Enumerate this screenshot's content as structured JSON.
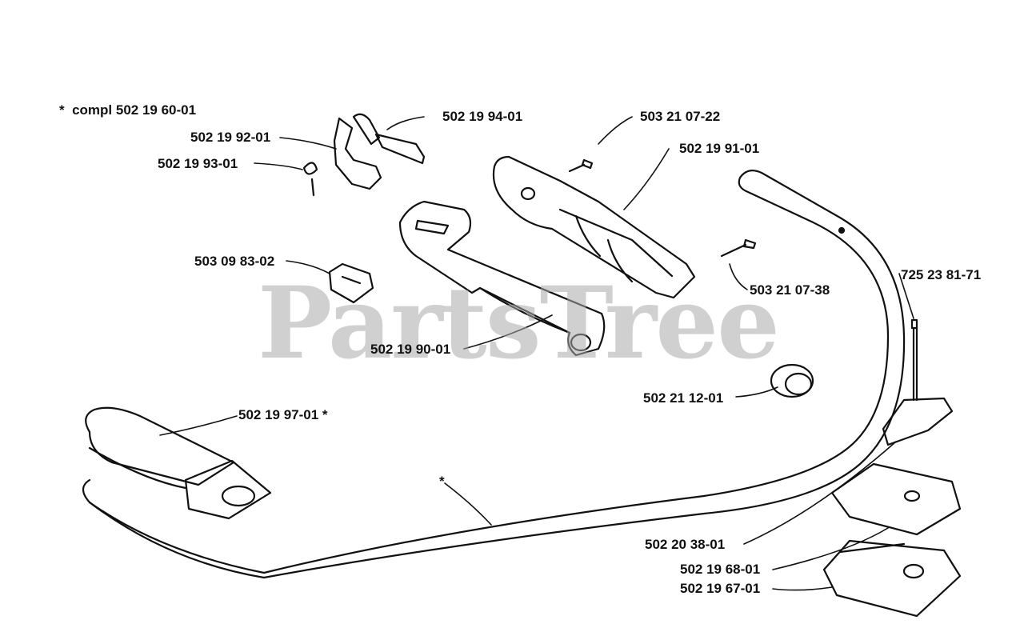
{
  "watermark": "PartsTree",
  "note": {
    "marker": "*",
    "text": "compl 502 19 60-01"
  },
  "labels": {
    "p_502_19_94_01": "502 19 94-01",
    "p_502_19_92_01": "502 19 92-01",
    "p_502_19_93_01": "502 19 93-01",
    "p_503_21_07_22": "503 21 07-22",
    "p_502_19_91_01": "502 19 91-01",
    "p_503_09_83_02": "503 09 83-02",
    "p_503_21_07_38": "503 21 07-38",
    "p_725_23_81_71": "725 23 81-71",
    "p_502_19_90_01": "502 19 90-01",
    "p_502_21_12_01": "502 21 12-01",
    "p_502_19_97_01": "502 19 97-01  *",
    "p_502_20_38_01": "502 20 38-01",
    "p_502_19_68_01": "502 19 68-01",
    "p_502_19_67_01": "502 19 67-01",
    "loop_handle_marker": "*"
  },
  "colors": {
    "line": "#111111",
    "watermark": "#aaaaaa",
    "background": "#ffffff"
  }
}
